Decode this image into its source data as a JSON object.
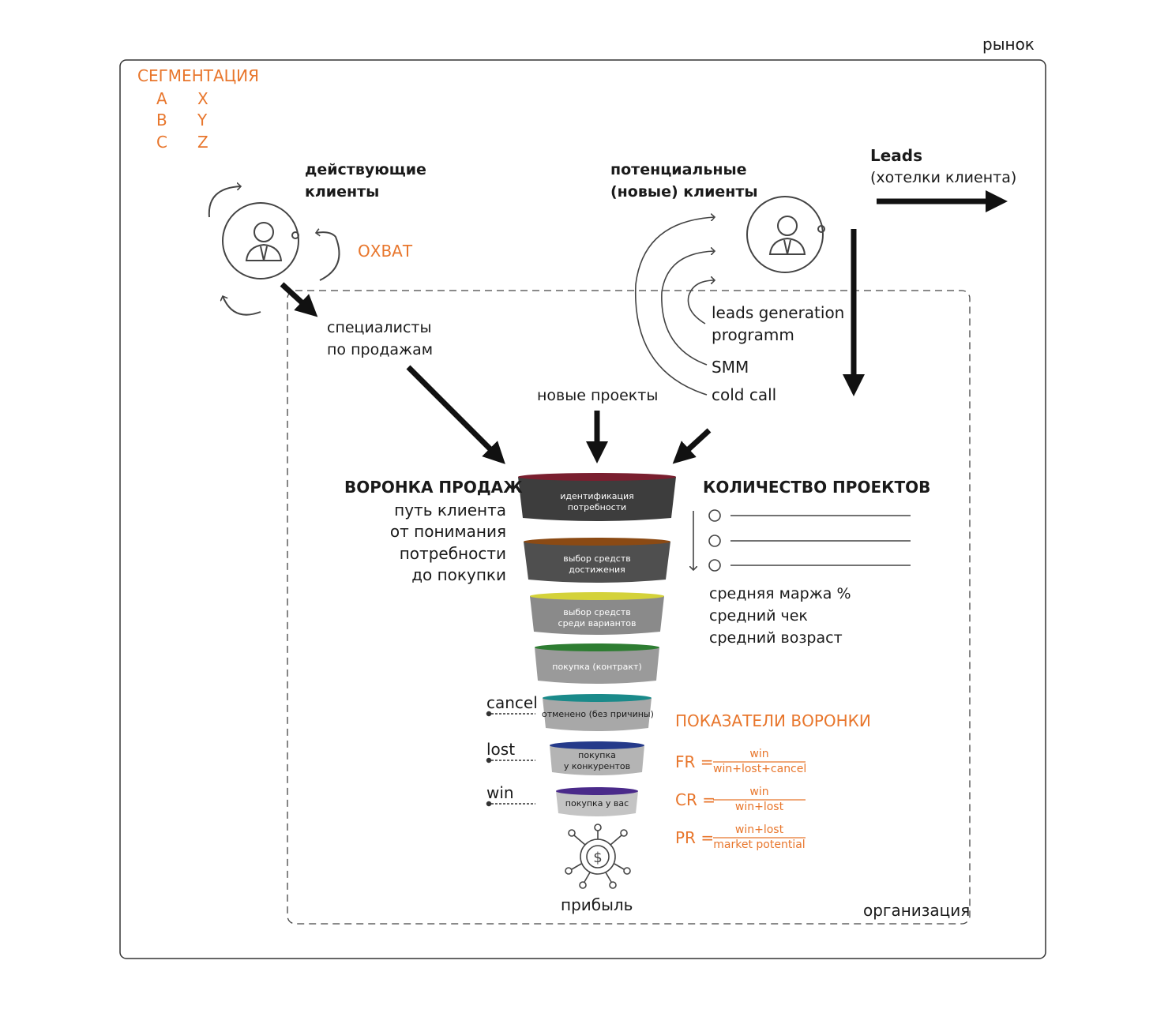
{
  "market": {
    "label": "рынок"
  },
  "organization": {
    "label": "организация"
  },
  "segmentation": {
    "title": "СЕГМЕНТАЦИЯ",
    "col1": [
      "A",
      "B",
      "C"
    ],
    "col2": [
      "X",
      "Y",
      "Z"
    ]
  },
  "current_clients": {
    "line1": "действующие",
    "line2": "клиенты"
  },
  "reach": {
    "label": "ОХВАТ"
  },
  "potential_clients": {
    "line1": "потенциальные",
    "line2": "(новые) клиенты"
  },
  "leads": {
    "title": "Leads",
    "subtitle": "(хотелки клиента)"
  },
  "sales_specialists": {
    "line1": "специалисты",
    "line2": "по продажам"
  },
  "lead_sources": {
    "programm_line1": "leads generation",
    "programm_line2": "programm",
    "smm": "SMM",
    "cold_call": "cold call"
  },
  "new_projects": {
    "label": "новые проекты"
  },
  "sales_funnel": {
    "title": "ВОРОНКА ПРОДАЖ",
    "desc": [
      "путь клиента",
      "от понимания",
      "потребности",
      "до покупки"
    ],
    "stages": [
      {
        "line1": "идентификация",
        "line2": "потребности",
        "color": "#7a1f2f"
      },
      {
        "line1": "выбор средств",
        "line2": "достижения",
        "color": "#8b4a14"
      },
      {
        "line1": "выбор средств",
        "line2": "среди вариантов",
        "color": "#d4d23a"
      },
      {
        "line1": "покупка (контракт)",
        "line2": "",
        "color": "#2e7d32"
      },
      {
        "line1": "отменено (без причины)",
        "line2": "",
        "color": "#1a8a8a"
      },
      {
        "line1": "покупка",
        "line2": "у конкурентов",
        "color": "#253a8a"
      },
      {
        "line1": "покупка у вас",
        "line2": "",
        "color": "#4a2a8a"
      }
    ]
  },
  "outcomes": {
    "cancel": "cancel",
    "lost": "lost",
    "win": "win"
  },
  "profit": {
    "label": "прибыль"
  },
  "project_count": {
    "title": "КОЛИЧЕСТВО ПРОЕКТОВ",
    "metrics": [
      "средняя маржа %",
      "средний чек",
      "средний возраст"
    ]
  },
  "funnel_metrics": {
    "title": "ПОКАЗАТЕЛИ ВОРОНКИ",
    "fr": {
      "name": "FR =",
      "num": "win",
      "den": "win+lost+cancel"
    },
    "cr": {
      "name": "CR =",
      "num": "win",
      "den": "win+lost"
    },
    "pr": {
      "name": "PR =",
      "num": "win+lost",
      "den": "market potential"
    }
  },
  "colors": {
    "accent": "#e8762c",
    "text": "#1a1a1a"
  }
}
